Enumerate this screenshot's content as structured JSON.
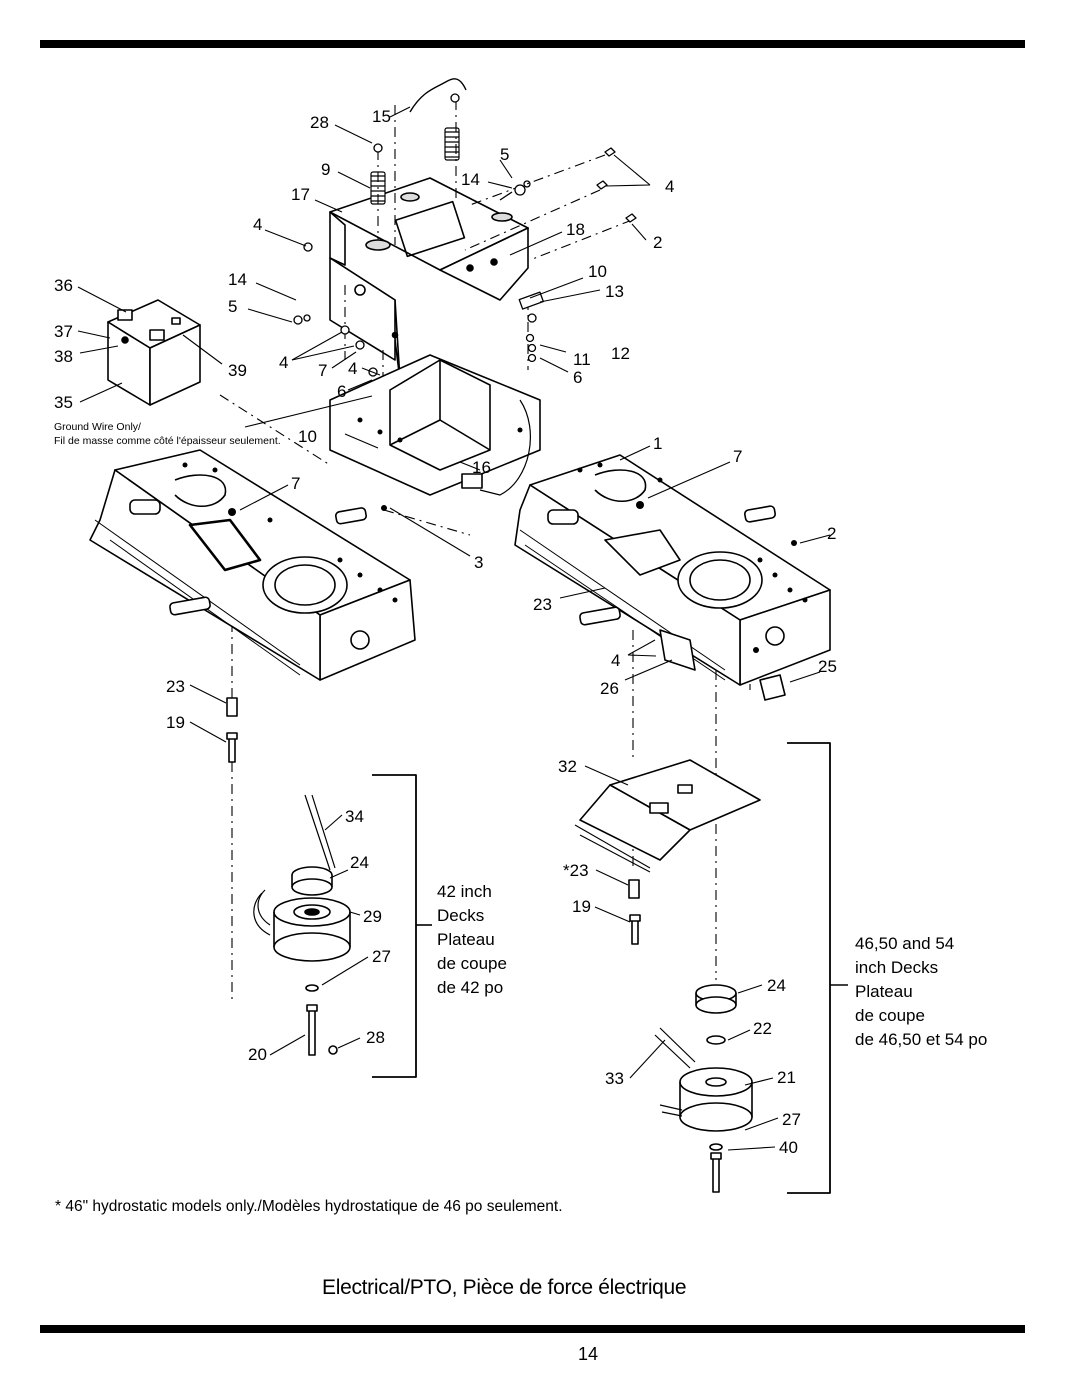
{
  "callouts": [
    "28",
    "15",
    "9",
    "17",
    "5",
    "14",
    "4",
    "18",
    "2",
    "10",
    "13",
    "36",
    "14",
    "5",
    "37",
    "38",
    "39",
    "4",
    "7",
    "4",
    "11",
    "12",
    "6",
    "35",
    "6",
    "10",
    "16",
    "1",
    "7",
    "7",
    "2",
    "3",
    "23",
    "4",
    "25",
    "26",
    "23",
    "19",
    "32",
    "34",
    "24",
    "29",
    "27",
    "28",
    "20",
    "23_star",
    "19",
    "24",
    "22",
    "33",
    "21",
    "27",
    "40"
  ],
  "callouts_text": {
    "c28a": "28",
    "c15": "15",
    "c9": "9",
    "c17": "17",
    "c5a": "5",
    "c14a": "14",
    "c4a": "4",
    "c18": "18",
    "c2a": "2",
    "c10a": "10",
    "c13": "13",
    "c36": "36",
    "c14b": "14",
    "c5b": "5",
    "c37": "37",
    "c38": "38",
    "c39": "39",
    "c4b": "4",
    "c7a": "7",
    "c4c": "4",
    "c11": "11",
    "c12": "12",
    "c6a": "6",
    "c35": "35",
    "c6b": "6",
    "c10b": "10",
    "c16": "16",
    "c1": "1",
    "c7b": "7",
    "c7c": "7",
    "c2b": "2",
    "c3": "3",
    "c23a": "23",
    "c4d": "4",
    "c25": "25",
    "c26": "26",
    "c23b": "23",
    "c19a": "19",
    "c32": "32",
    "c34": "34",
    "c24a": "24",
    "c29": "29",
    "c27a": "27",
    "c28b": "28",
    "c20": "20",
    "c23c": "*23",
    "c19b": "19",
    "c24b": "24",
    "c22": "22",
    "c33": "33",
    "c21": "21",
    "c27b": "27",
    "c40": "40",
    "c4e": "4"
  },
  "battery_note": {
    "line1": "Ground Wire Only/",
    "line2": "Fil de masse comme côté l'épaisseur seulement."
  },
  "group_42": {
    "line1": "42 inch",
    "line2": "Decks",
    "line3": "Plateau",
    "line4": "de coupe",
    "line5": "de 42 po"
  },
  "group_46_54": {
    "line1": "46,50 and 54",
    "line2": "inch Decks",
    "line3": "Plateau",
    "line4": "de coupe",
    "line5": "de 46,50 et 54 po"
  },
  "footnote": "* 46\" hydrostatic models only./Modèles hydrostatique de 46 po seulement.",
  "title": "Electrical/PTO, Pièce de force électrique",
  "page_number": "14"
}
